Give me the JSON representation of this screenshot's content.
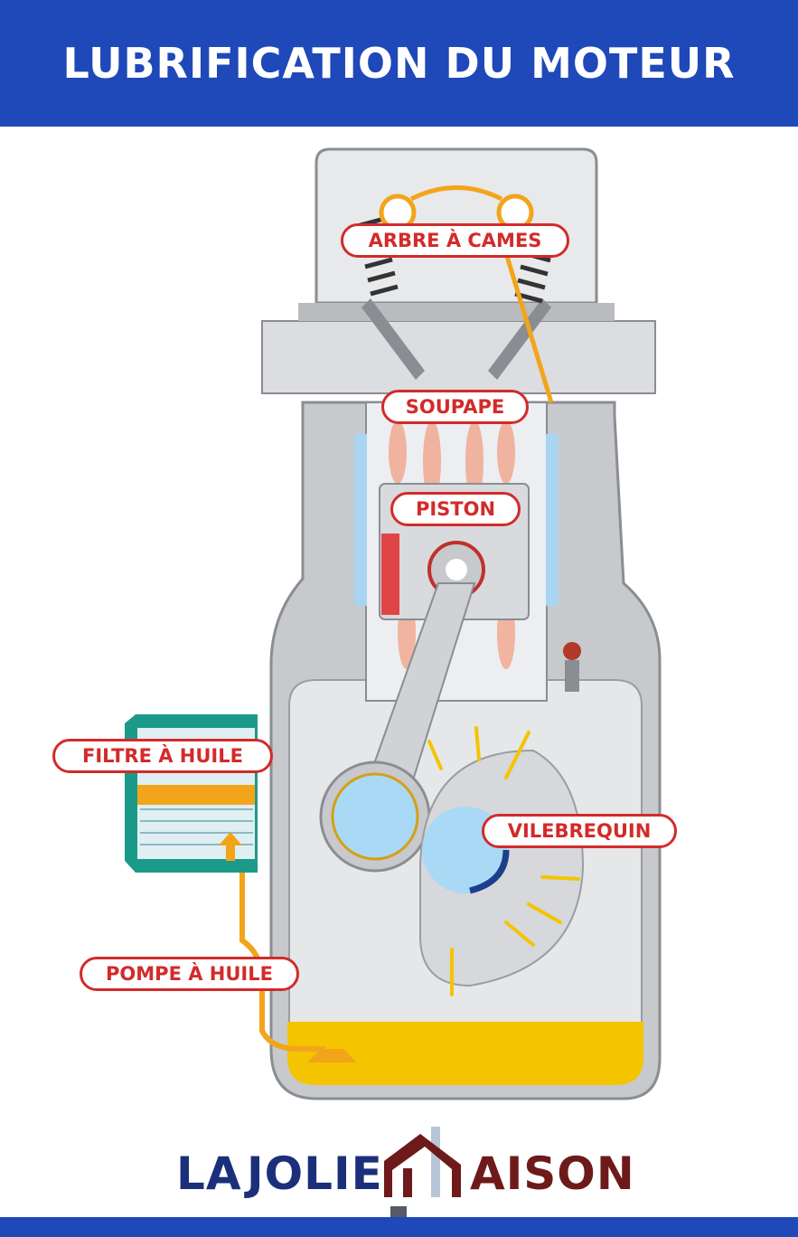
{
  "header": {
    "title": "LUBRIFICATION DU MOTEUR"
  },
  "labels": {
    "camshaft": "ARBRE À CAMES",
    "valve": "SOUPAPE",
    "piston": "PISTON",
    "oil_filter": "FILTRE À HUILE",
    "crankshaft": "VILEBREQUIN",
    "oil_pump": "POMPE À HUILE"
  },
  "brand": {
    "part1": "LA",
    "part2": "JOLIE",
    "part3": "AISON"
  },
  "colors": {
    "header_blue": "#1f48b8",
    "label_red": "#d32a2a",
    "oil_yellow": "#f5c400",
    "oil_orange": "#f2a51a",
    "engine_grey": "#c7c9cc",
    "filter_teal": "#1b9a8a",
    "logo_navy": "#1b2f7a",
    "logo_maroon": "#6e1a1a"
  }
}
